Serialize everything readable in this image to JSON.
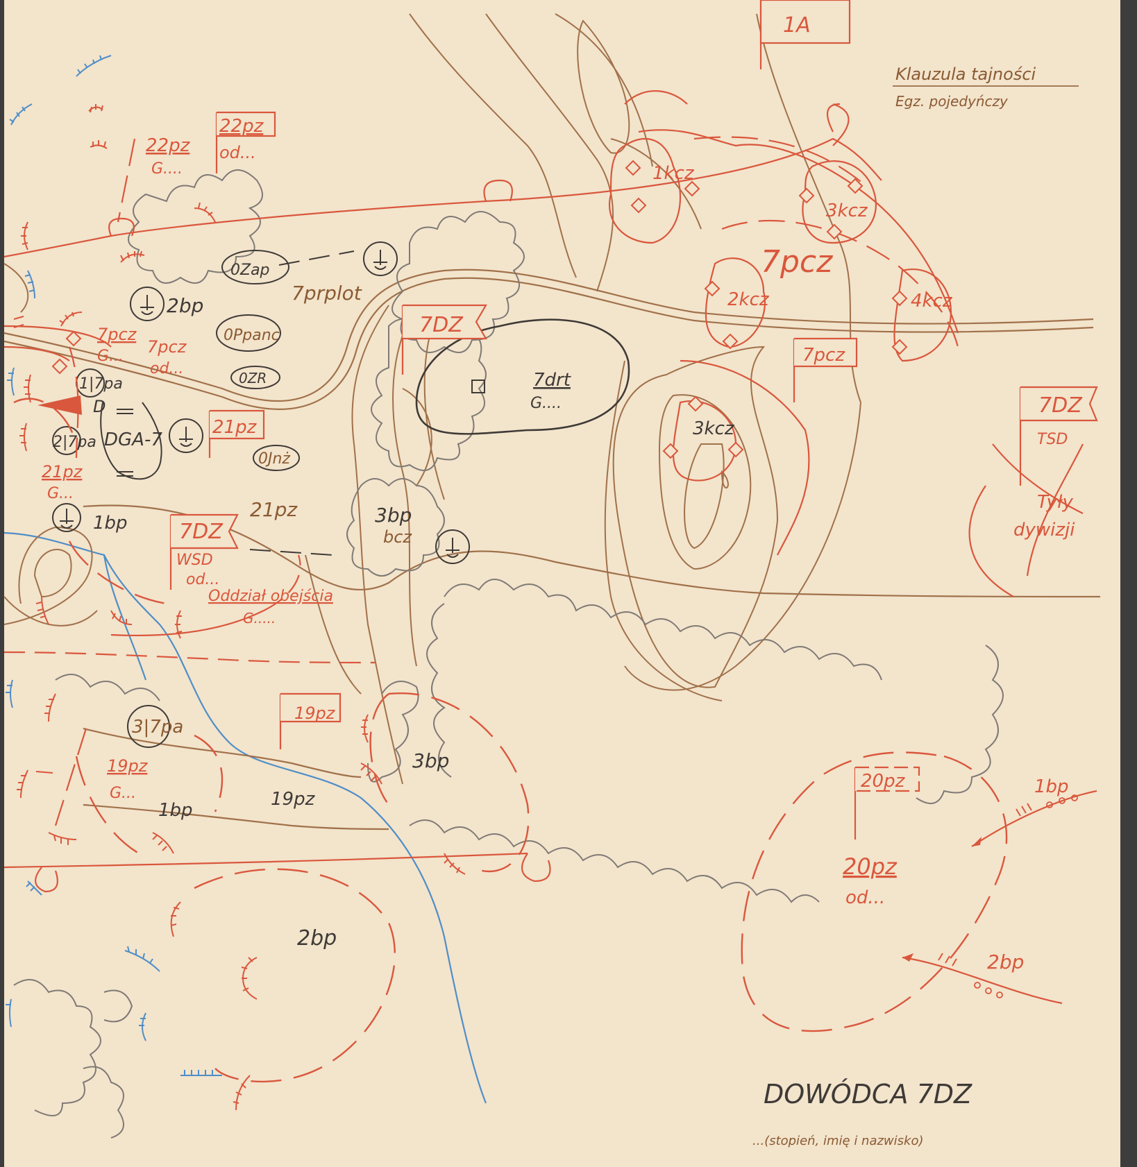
{
  "colors": {
    "paper": "#f3e4cc",
    "edge": "#3d3d3d",
    "red": "#d9573c",
    "brown": "#a0714a",
    "dark": "#3e3a36",
    "blue": "#4f8ec7",
    "grey": "#7f7a75"
  },
  "header": {
    "classification": "Klauzula tajności",
    "copy": "Egz. pojedyńczy"
  },
  "flags": {
    "army": "1A",
    "flag_22pz": "22pz",
    "flag_7dz_center": "7DZ",
    "flag_7pcz": "7pcz",
    "flag_7dz_right": "7DZ",
    "flag_21pz": "21pz",
    "flag_7dz_left": "7DZ",
    "flag_19pz": "19pz",
    "flag_20pz": "20pz"
  },
  "labels": {
    "l_22pz_g_top": "22pz",
    "l_22pz_g_bottom": "G....",
    "l_22pz_od": "od...",
    "l_0zap": "0Zap",
    "l_7prplot": "7prplot",
    "l_2bp_nw": "2bp",
    "l_7pcz_g_top": "7pcz",
    "l_7pcz_g_bottom": "G...",
    "l_7pcz_od_top": "7pcz",
    "l_7pcz_od_bottom": "od...",
    "l_0ppanc": "0Ppanc",
    "l_0zr": "0ZR",
    "l_1_7pa": "1|7pa",
    "l_d": "D",
    "l_2_7pa": "2|7pa",
    "l_dga7": "DGA-7",
    "l_0jnz": "0Jnż",
    "l_21pz_g_top": "21pz",
    "l_21pz_g_bottom": "G...",
    "l_1bp_w": "1bp",
    "l_21pz_road": "21pz",
    "l_wsd": "WSD",
    "l_wsd_od": "od...",
    "l_obejscia_top": "Oddział obejścia",
    "l_obejscia_bottom": "G.....",
    "l_3bp_bcz_top": "3bp",
    "l_3bp_bcz_bottom": "bcz",
    "l_7drt_top": "7drt",
    "l_7drt_bottom": "G....",
    "l_1kcz": "1kcz",
    "l_3kcz_ne": "3kcz",
    "l_7pcz_big": "7pcz",
    "l_2kcz": "2kcz",
    "l_4kcz": "4kcz",
    "l_3kcz_center": "3kcz",
    "l_tsd": "TSD",
    "l_tyly_top": "Tyły",
    "l_tyly_bottom": "dywizji",
    "l_3_7pa": "3|7pa",
    "l_19pz_g_top": "19pz",
    "l_19pz_g_bottom": "G...",
    "l_1bp_sw": "1bp",
    "l_19pz_road": "19pz",
    "l_3bp_s": "3bp",
    "l_2bp_s": "2bp",
    "l_1bp_se": "1bp",
    "l_20pz_od_top": "20pz",
    "l_20pz_od_bottom": "od...",
    "l_2bp_se": "2bp"
  },
  "footer": {
    "commander": "DOWÓDCA 7DZ",
    "signature_hint": "...(stopień, imię i nazwisko)"
  }
}
